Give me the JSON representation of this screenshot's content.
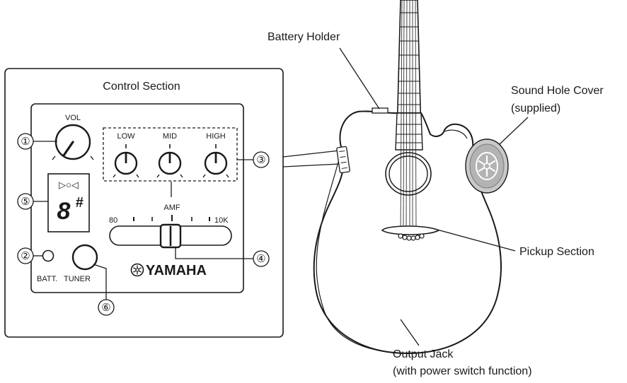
{
  "control_section": {
    "title": "Control Section",
    "vol_label": "VOL",
    "eq_labels": [
      "LOW",
      "MID",
      "HIGH"
    ],
    "amf_label": "AMF",
    "amf_min": "80",
    "amf_max": "10K",
    "batt_label": "BATT.",
    "tuner_label": "TUNER",
    "tuner_display": "8",
    "tuner_sharp": "#",
    "tuner_indicators": "▷○◁",
    "brand": "YAMAHA",
    "callouts": [
      "①",
      "②",
      "③",
      "④",
      "⑤",
      "⑥"
    ]
  },
  "labels": {
    "battery_holder": "Battery Holder",
    "sound_hole_cover": "Sound Hole Cover",
    "sound_hole_cover_note": "(supplied)",
    "pickup_section": "Pickup Section",
    "output_jack": "Output Jack",
    "output_jack_note": "(with power switch function)"
  },
  "icons": {
    "brand_logo": "yamaha-tuning-fork-logo-icon",
    "sound_hole_cover": "yamaha-emblem-icon"
  }
}
